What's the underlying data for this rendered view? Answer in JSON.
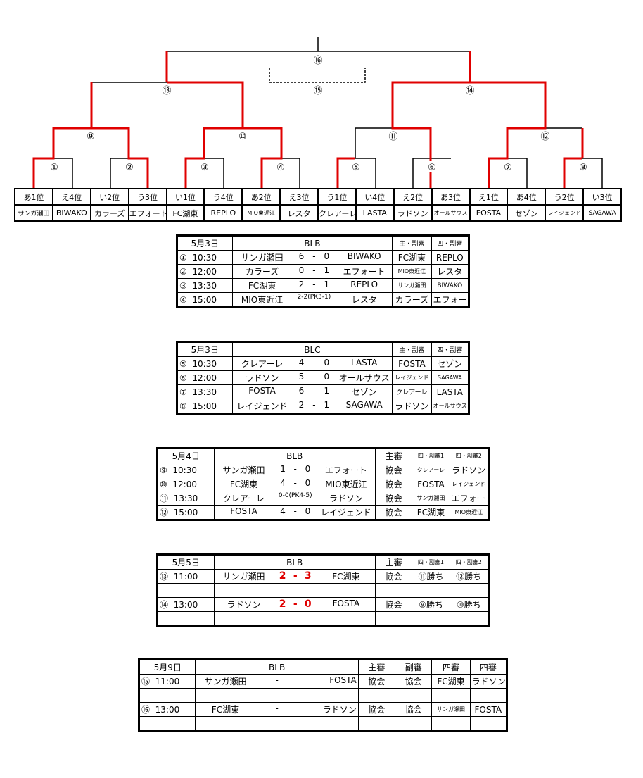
{
  "bracket": {
    "match_labels": [
      "①",
      "②",
      "③",
      "④",
      "⑤",
      "⑥",
      "⑦",
      "⑧",
      "⑨",
      "⑩",
      "⑪",
      "⑫",
      "⑬",
      "⑭",
      "⑮",
      "⑯"
    ],
    "seeds": [
      "あ1位",
      "え4位",
      "い2位",
      "う3位",
      "い1位",
      "う4位",
      "あ2位",
      "え3位",
      "う1位",
      "い4位",
      "え2位",
      "あ3位",
      "え1位",
      "あ4位",
      "う2位",
      "い3位"
    ],
    "teams": [
      "サンガ瀬田",
      "BIWAKO",
      "カラーズ",
      "エフォート",
      "FC湖東",
      "REPLO",
      "MIO東近江",
      "レスタ",
      "クレアーレ",
      "LASTA",
      "ラドソン",
      "オールサウス",
      "FOSTA",
      "セゾン",
      "レイジェンド",
      "SAGAWA"
    ],
    "winner_color": "#e00000"
  },
  "t1": {
    "date": "5月3日",
    "group": "BLB",
    "h1": "主・副審",
    "h2": "四・副審",
    "rows": [
      {
        "no": "①",
        "time": "10:30",
        "home": "サンガ瀬田",
        "s1": "6",
        "sep": "-",
        "s2": "0",
        "away": "BIWAKO",
        "r1": "FC湖東",
        "r2": "REPLO"
      },
      {
        "no": "②",
        "time": "12:00",
        "home": "カラーズ",
        "s1": "0",
        "sep": "-",
        "s2": "1",
        "away": "エフォート",
        "r1": "MIO東近江",
        "r2": "レスタ"
      },
      {
        "no": "③",
        "time": "13:30",
        "home": "FC湖東",
        "s1": "2",
        "sep": "-",
        "s2": "1",
        "away": "REPLO",
        "r1": "サンガ瀬田",
        "r2": "BIWAKO"
      },
      {
        "no": "④",
        "time": "15:00",
        "home": "MIO東近江",
        "score": "2-2(PK3-1)",
        "away": "レスタ",
        "r1": "カラーズ",
        "r2": "エフォート"
      }
    ]
  },
  "t2": {
    "date": "5月3日",
    "group": "BLC",
    "h1": "主・副審",
    "h2": "四・副審",
    "rows": [
      {
        "no": "⑤",
        "time": "10:30",
        "home": "クレアーレ",
        "s1": "4",
        "sep": "-",
        "s2": "0",
        "away": "LASTA",
        "r1": "FOSTA",
        "r2": "セゾン"
      },
      {
        "no": "⑥",
        "time": "12:00",
        "home": "ラドソン",
        "s1": "5",
        "sep": "-",
        "s2": "0",
        "away": "オールサウス",
        "r1": "レイジェンド",
        "r2": "SAGAWA"
      },
      {
        "no": "⑦",
        "time": "13:30",
        "home": "FOSTA",
        "s1": "6",
        "sep": "-",
        "s2": "1",
        "away": "セゾン",
        "r1": "クレアーレ",
        "r2": "LASTA"
      },
      {
        "no": "⑧",
        "time": "15:00",
        "home": "レイジェンド",
        "s1": "2",
        "sep": "-",
        "s2": "1",
        "away": "SAGAWA",
        "r1": "ラドソン",
        "r2": "オールサウス"
      }
    ]
  },
  "t3": {
    "date": "5月4日",
    "group": "BLB",
    "h1": "主審",
    "h2": "四・副審1",
    "h3": "四・副審2",
    "rows": [
      {
        "no": "⑨",
        "time": "10:30",
        "home": "サンガ瀬田",
        "s1": "1",
        "sep": "-",
        "s2": "0",
        "away": "エフォート",
        "r0": "協会",
        "r1": "クレアーレ",
        "r2": "ラドソン"
      },
      {
        "no": "⑩",
        "time": "12:00",
        "home": "FC湖東",
        "s1": "4",
        "sep": "-",
        "s2": "0",
        "away": "MIO東近江",
        "r0": "協会",
        "r1": "FOSTA",
        "r2": "レイジェンド"
      },
      {
        "no": "⑪",
        "time": "13:30",
        "home": "クレアーレ",
        "score": "0-0(PK4-5)",
        "away": "ラドソン",
        "r0": "協会",
        "r1": "サンガ瀬田",
        "r2": "エフォート"
      },
      {
        "no": "⑫",
        "time": "15:00",
        "home": "FOSTA",
        "s1": "4",
        "sep": "-",
        "s2": "0",
        "away": "レイジェンド",
        "r0": "協会",
        "r1": "FC湖東",
        "r2": "MIO東近江"
      }
    ]
  },
  "t4": {
    "date": "5月5日",
    "group": "BLB",
    "h1": "主審",
    "h2": "四・副審1",
    "h3": "四・副審2",
    "rows": [
      {
        "no": "⑬",
        "time": "11:00",
        "home": "サンガ瀬田",
        "s1": "2",
        "sep": "-",
        "s2": "3",
        "away": "FC湖東",
        "r0": "協会",
        "r1": "⑪勝ち",
        "r2": "⑫勝ち"
      },
      {
        "no": "⑭",
        "time": "13:00",
        "home": "ラドソン",
        "s1": "2",
        "sep": "-",
        "s2": "0",
        "away": "FOSTA",
        "r0": "協会",
        "r1": "⑨勝ち",
        "r2": "⑩勝ち"
      }
    ]
  },
  "t5": {
    "date": "5月9日",
    "group": "BLB",
    "h1": "主審",
    "h2": "副審",
    "h3": "四審",
    "h4": "四審",
    "rows": [
      {
        "no": "⑮",
        "time": "11:00",
        "home": "サンガ瀬田",
        "sep": "-",
        "away": "FOSTA",
        "r0": "協会",
        "r1": "協会",
        "r2": "FC湖東",
        "r3": "ラドソン"
      },
      {
        "no": "⑯",
        "time": "13:00",
        "home": "FC湖東",
        "sep": "-",
        "away": "ラドソン",
        "r0": "協会",
        "r1": "協会",
        "r2": "サンガ瀬田",
        "r3": "FOSTA"
      }
    ]
  }
}
